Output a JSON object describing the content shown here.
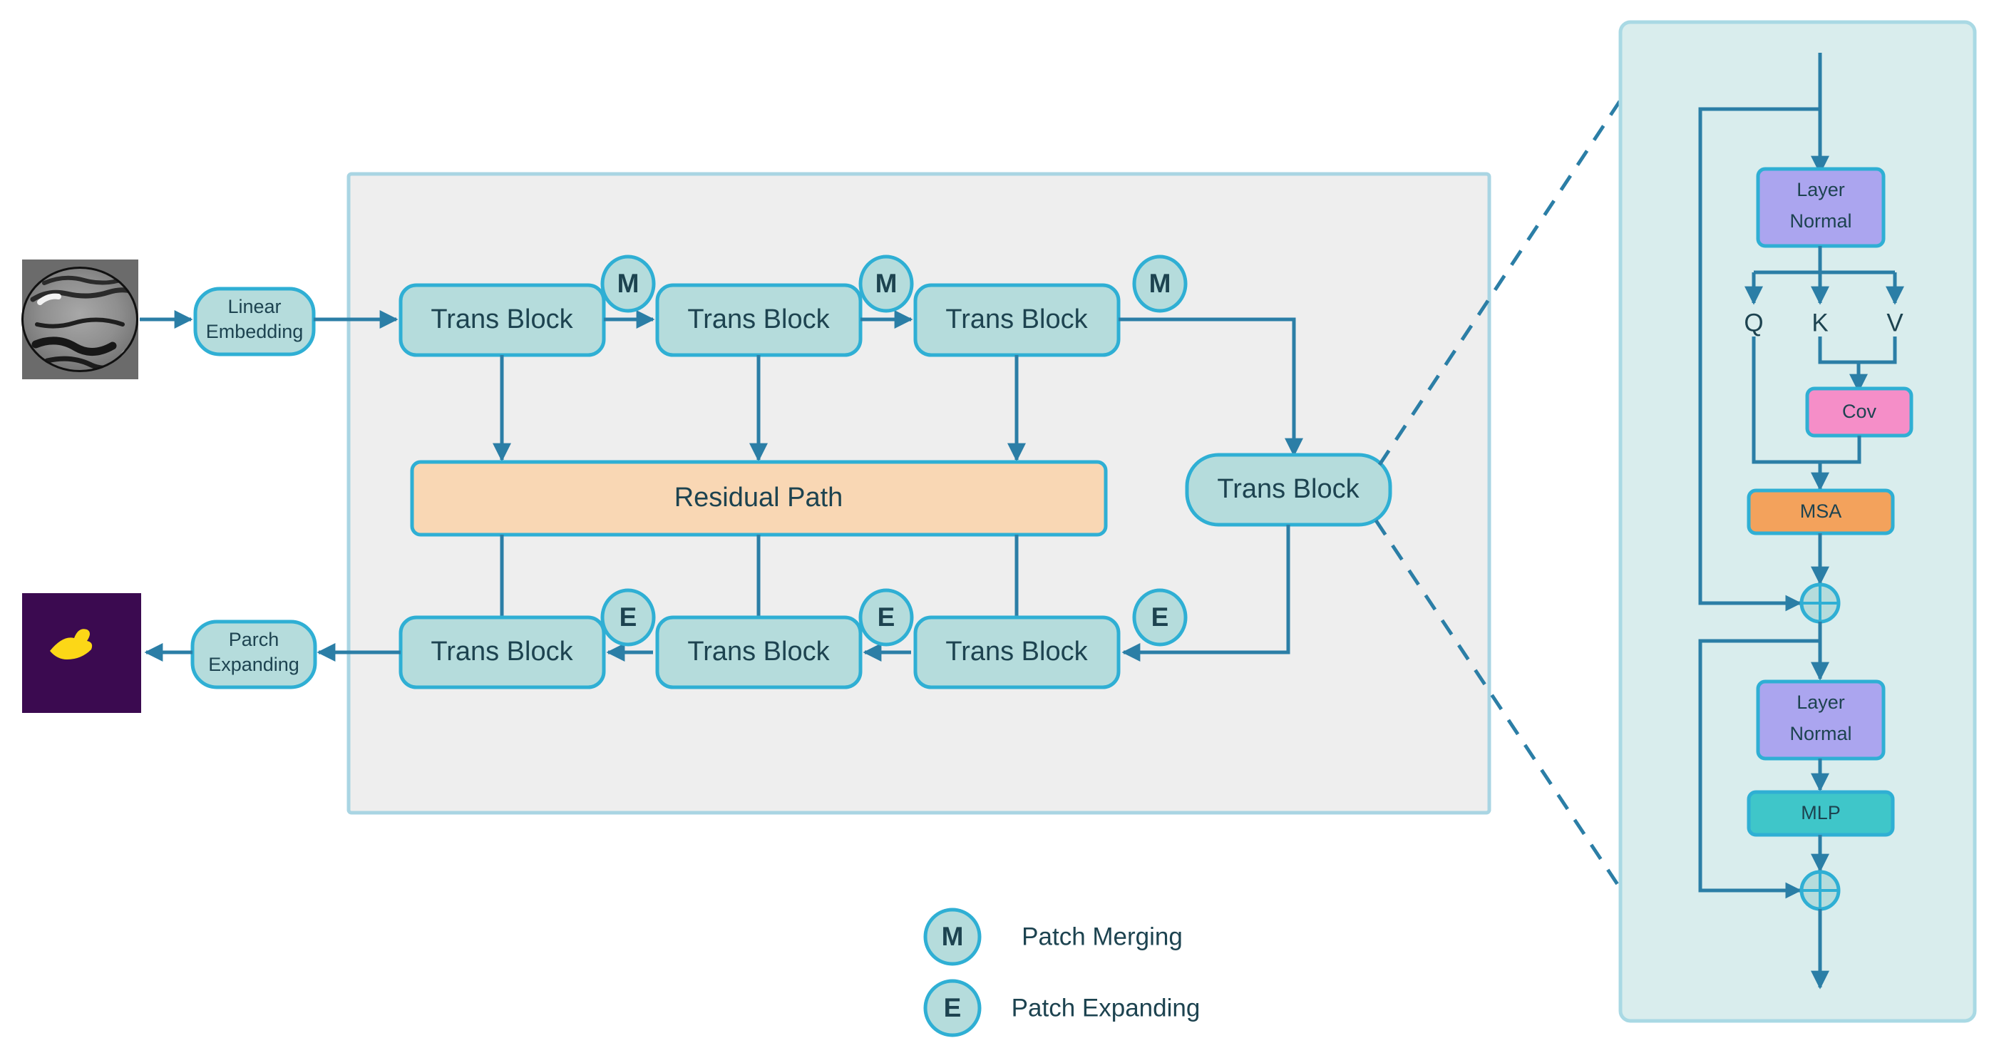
{
  "figure": {
    "title": "Swin-UNet style transformer segmentation architecture",
    "colors": {
      "accent_line": "#2b7ea6",
      "block_fill": "#b5dcdc",
      "block_stroke": "#2fafd4",
      "panel_gray_fill": "#eeeeee",
      "panel_gray_stroke": "#a9d5e3",
      "panel_teal_fill": "#d9eded",
      "panel_teal_stroke": "#a9d9e4",
      "residual_fill": "#f9d7b4",
      "layer_norm_fill": "#aba5ef",
      "cov_fill": "#f58ec8",
      "msa_fill": "#f3a25c",
      "mlp_fill": "#3fc6c9",
      "text": "#1d4350",
      "mri_bg": "#6b6b6b",
      "mask_bg": "#3b0a50",
      "mask_lesion": "#fcd717"
    }
  },
  "pipeline": {
    "input_image_name": "brain-mri-slice",
    "output_image_name": "segmentation-mask",
    "linear_embedding": "Linear\nEmbedding",
    "linear_embedding_line1": "Linear",
    "linear_embedding_line2": "Embedding",
    "patch_expanding_line1": "Parch",
    "patch_expanding_line2": "Expanding",
    "encoder_blocks": [
      {
        "label": "Trans Block"
      },
      {
        "label": "Trans Block"
      },
      {
        "label": "Trans Block"
      }
    ],
    "encoder_badges": [
      "M",
      "M",
      "M"
    ],
    "bottleneck_block": {
      "label": "Trans Block"
    },
    "decoder_blocks": [
      {
        "label": "Trans Block"
      },
      {
        "label": "Trans Block"
      },
      {
        "label": "Trans Block"
      }
    ],
    "decoder_badges": [
      "E",
      "E",
      "E"
    ],
    "residual_path": "Residual Path"
  },
  "legend": {
    "items": [
      {
        "badge": "M",
        "label": "Patch Merging"
      },
      {
        "badge": "E",
        "label": "Patch Expanding"
      }
    ]
  },
  "trans_block_detail": {
    "layer_normal_1_line1": "Layer",
    "layer_normal_1_line2": "Normal",
    "layer_normal_2_line1": "Layer",
    "layer_normal_2_line2": "Normal",
    "q_label": "Q",
    "k_label": "K",
    "v_label": "V",
    "cov_label": "Cov",
    "msa_label": "MSA",
    "mlp_label": "MLP",
    "add_symbol_1": "+",
    "add_symbol_2": "+"
  }
}
